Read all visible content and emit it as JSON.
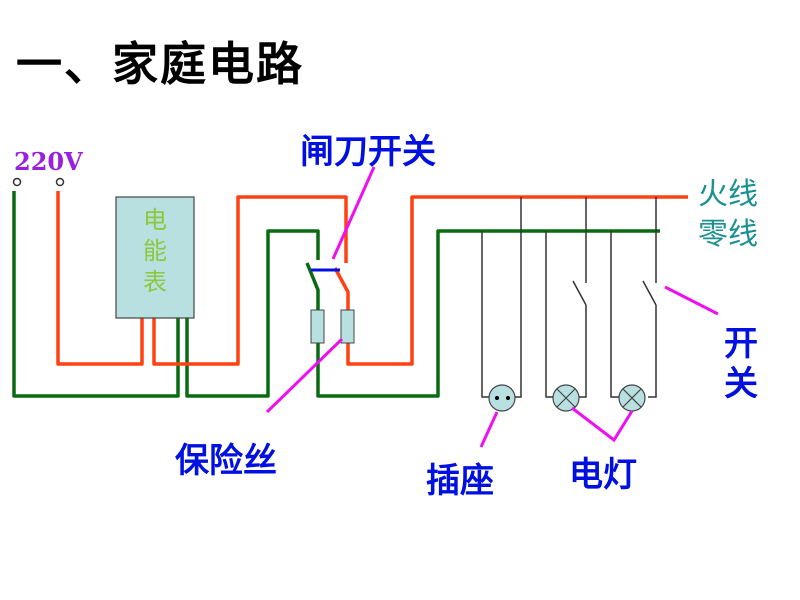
{
  "title": "一、家庭电路",
  "labels": {
    "voltage": "220V",
    "meter": [
      "电",
      "能",
      "表"
    ],
    "knife_switch": "闸刀开关",
    "live_wire": "火线",
    "neutral_wire": "零线",
    "switch": [
      "开",
      "关"
    ],
    "fuse": "保险丝",
    "socket": "插座",
    "lamp": "电灯"
  },
  "colors": {
    "live": "#ff4010",
    "neutral": "#0a6a10",
    "branch": "#333333",
    "pointer": "#ee10ee",
    "label_blue": "#0010e0",
    "label_teal": "#1a9090",
    "voltage": "#9a20e0",
    "meter_fill": "#b8e0e0",
    "meter_text": "#8cc83c"
  }
}
